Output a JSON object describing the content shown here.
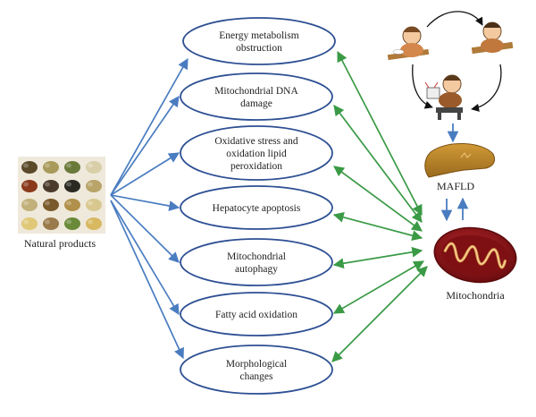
{
  "diagram": {
    "source_label": "Natural products",
    "outcomes": [
      {
        "id": "energy",
        "lines": [
          "Energy metabolism",
          "obstruction"
        ]
      },
      {
        "id": "mtdna",
        "lines": [
          "Mitochondrial DNA",
          "damage"
        ]
      },
      {
        "id": "oxidative",
        "lines": [
          "Oxidative stress and",
          "oxidation lipid",
          "peroxidation"
        ]
      },
      {
        "id": "apoptosis",
        "lines": [
          "Hepatocyte apoptosis"
        ]
      },
      {
        "id": "autophagy",
        "lines": [
          "Mitochondrial",
          "autophagy"
        ]
      },
      {
        "id": "fatty",
        "lines": [
          "Fatty acid oxidation"
        ]
      },
      {
        "id": "morph",
        "lines": [
          "Morphological",
          "changes"
        ]
      }
    ],
    "mafld_label": "MAFLD",
    "mito_label": "Mitochondria",
    "colors": {
      "ellipse_stroke": "#2d4f93",
      "blue_arrow": "#4a7cc0",
      "green_arrow": "#3a9a45",
      "liver": "#b5832a",
      "mito_outer": "#8e1418",
      "mito_inner": "#d99a4a"
    },
    "icons": [
      "herb-grid-icon",
      "overeating-child-icon",
      "sitting-child-icon",
      "tv-watching-child-icon",
      "liver-icon",
      "mitochondrion-icon"
    ]
  }
}
